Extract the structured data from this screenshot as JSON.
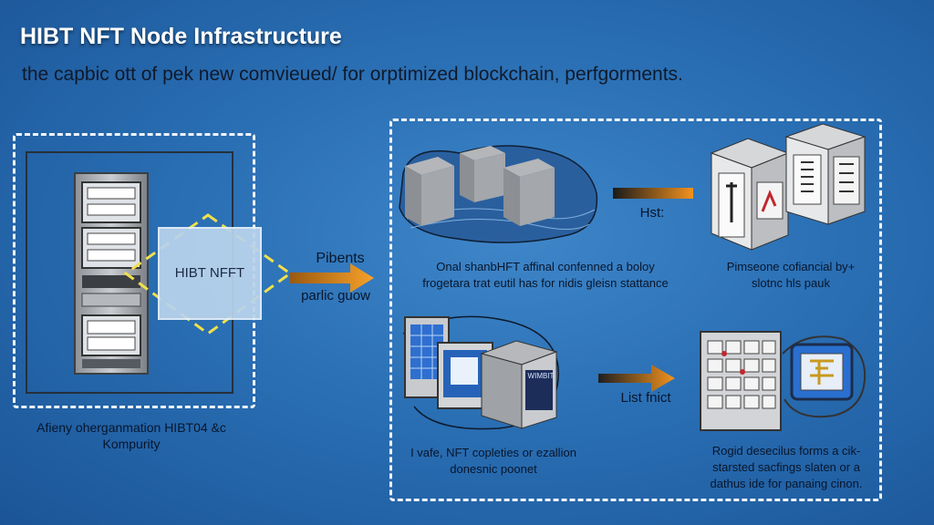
{
  "header": {
    "title": "HIBT NFT Node Infrastructure",
    "subtitle": "the capbic ott of pek new comvieued/ for orptimized blockchain, perfgorments."
  },
  "left_panel": {
    "node_label": "HIBT NFFT",
    "caption": "Afieny oherganmation HIBT04 &c\nKompurity"
  },
  "main_arrow": {
    "label_top": "Pibents",
    "label_bottom": "parlic guow"
  },
  "right_panel": {
    "top_left_caption": "Onal shanbHFT affinal confenned a boloy\nfrogetara trat eutil has for nidis gleisn stattance",
    "top_arrow_label": "Hst:",
    "top_right_caption": "Pimseone cofiancial by+\nslotnc hls pauk",
    "bottom_left_caption": "I vafe, NFT copleties or ezallion\ndonesnic poonet",
    "bottom_arrow_label": "List fnict",
    "bottom_right_caption": "Rogid desecilus forms a cik-\nstarsted sacfings slaten or a\ndathus ide for panaing cinon.",
    "monitor_text": "WIMBIT"
  },
  "colors": {
    "accent_orange": "#f2921e",
    "node_yellow": "#f0e04a",
    "background": "#2a6fb4",
    "dashed_border": "#eef4fb"
  }
}
